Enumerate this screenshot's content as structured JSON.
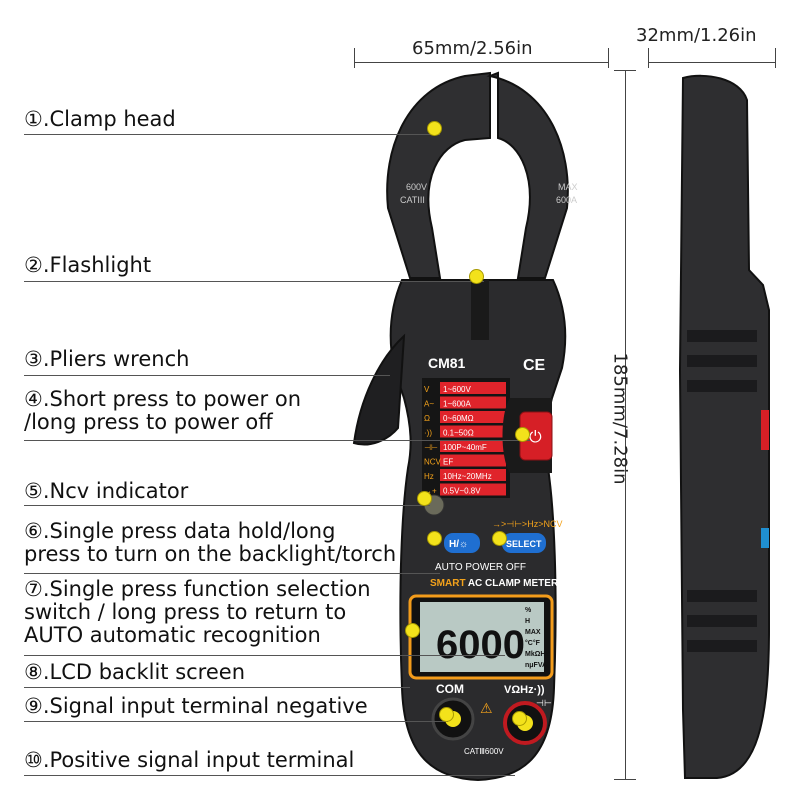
{
  "dimensions": {
    "width_label": "65mm/2.56in",
    "depth_label": "32mm/1.26in",
    "height_label": "185mm/7.28in"
  },
  "callouts": [
    {
      "num": "①",
      "lines": [
        ".Clamp head"
      ]
    },
    {
      "num": "②",
      "lines": [
        ".Flashlight"
      ]
    },
    {
      "num": "③",
      "lines": [
        ".Pliers wrench"
      ]
    },
    {
      "num": "④",
      "lines": [
        ".Short press to power on",
        "/long press to power off"
      ]
    },
    {
      "num": "⑤",
      "lines": [
        ".Ncv indicator"
      ]
    },
    {
      "num": "⑥",
      "lines": [
        ".Single press data hold/long",
        "press to turn on the backlight/torch"
      ]
    },
    {
      "num": "⑦",
      "lines": [
        ".Single press function selection",
        "switch / long press to return to",
        "AUTO automatic recognition"
      ]
    },
    {
      "num": "⑧",
      "lines": [
        ".LCD backlit screen"
      ]
    },
    {
      "num": "⑨",
      "lines": [
        ".Signal input terminal negative"
      ]
    },
    {
      "num": "⑩",
      "lines": [
        ".Positive signal input terminal"
      ]
    }
  ],
  "device": {
    "model": "CM81",
    "ce_mark": "CE",
    "jaw_left_rating": [
      "600V",
      "CATIII"
    ],
    "jaw_right_rating": [
      "MAX",
      "600A"
    ],
    "specs": [
      {
        "key": "V",
        "value": "1~600V"
      },
      {
        "key": "A~",
        "value": "1~600A"
      },
      {
        "key": "Ω",
        "value": "0~60MΩ"
      },
      {
        "key": "·))",
        "value": "0.1~50Ω"
      },
      {
        "key": "⊣⊢",
        "value": "100P~40mF"
      },
      {
        "key": "NCV",
        "value": "EF"
      },
      {
        "key": "Hz",
        "value": "10Hz~20MHz"
      },
      {
        "key": "→+",
        "value": "0.5V~0.8V"
      }
    ],
    "ncv_sequence": "→>⊣⊢>Hz>NCV",
    "hold_button": "H/☼",
    "select_button": "SELECT",
    "auto_power_off": "AUTO POWER OFF",
    "smart_word": "SMART",
    "meter_title": "AC CLAMP METER",
    "lcd_reading": "6000",
    "lcd_side_indicators": [
      "%",
      "H",
      "MAX",
      "°C°F",
      "MkΩHz",
      "nμFVA"
    ],
    "com_label": "COM",
    "vohm_label": "VΩHz·))",
    "cap_label": "⊣⊢ ⚡",
    "terminal_rating": "CATⅢ600V"
  },
  "colors": {
    "accent_yellow": "#f3e21b",
    "spec_red": "#e0242b",
    "button_red": "#d61f26",
    "body_dark": "#2b2b2d",
    "lcd_face": "#b9c9c4"
  }
}
